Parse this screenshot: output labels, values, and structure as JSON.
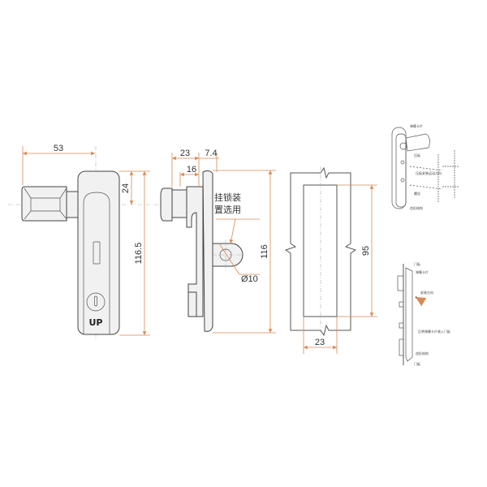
{
  "front_view": {
    "width_dim": "53",
    "top_dim": "24",
    "height_dim": "116.5",
    "lock_label": "UP"
  },
  "side_view": {
    "depth_dim": "23",
    "plate_dim": "7.4",
    "offset_dim": "16",
    "height_dim": "116",
    "padlock_note_line1": "挂锁装",
    "padlock_note_line2": "置选用",
    "hole_dim": "Ø10"
  },
  "cutout_view": {
    "height_dim": "95",
    "width_dim": "23"
  },
  "install_detail_1": {
    "labels": [
      "弹簧卡片",
      "压板",
      "压板安装运动方向",
      "螺丝",
      "齿形结构"
    ]
  },
  "install_detail_2": {
    "labels": [
      "门板",
      "弹簧卡片",
      "安装方向",
      "后将弹簧卡片装入门板",
      "齿形结构",
      "门板"
    ]
  },
  "colors": {
    "dimension": "#d88a55",
    "outline": "#444444"
  }
}
